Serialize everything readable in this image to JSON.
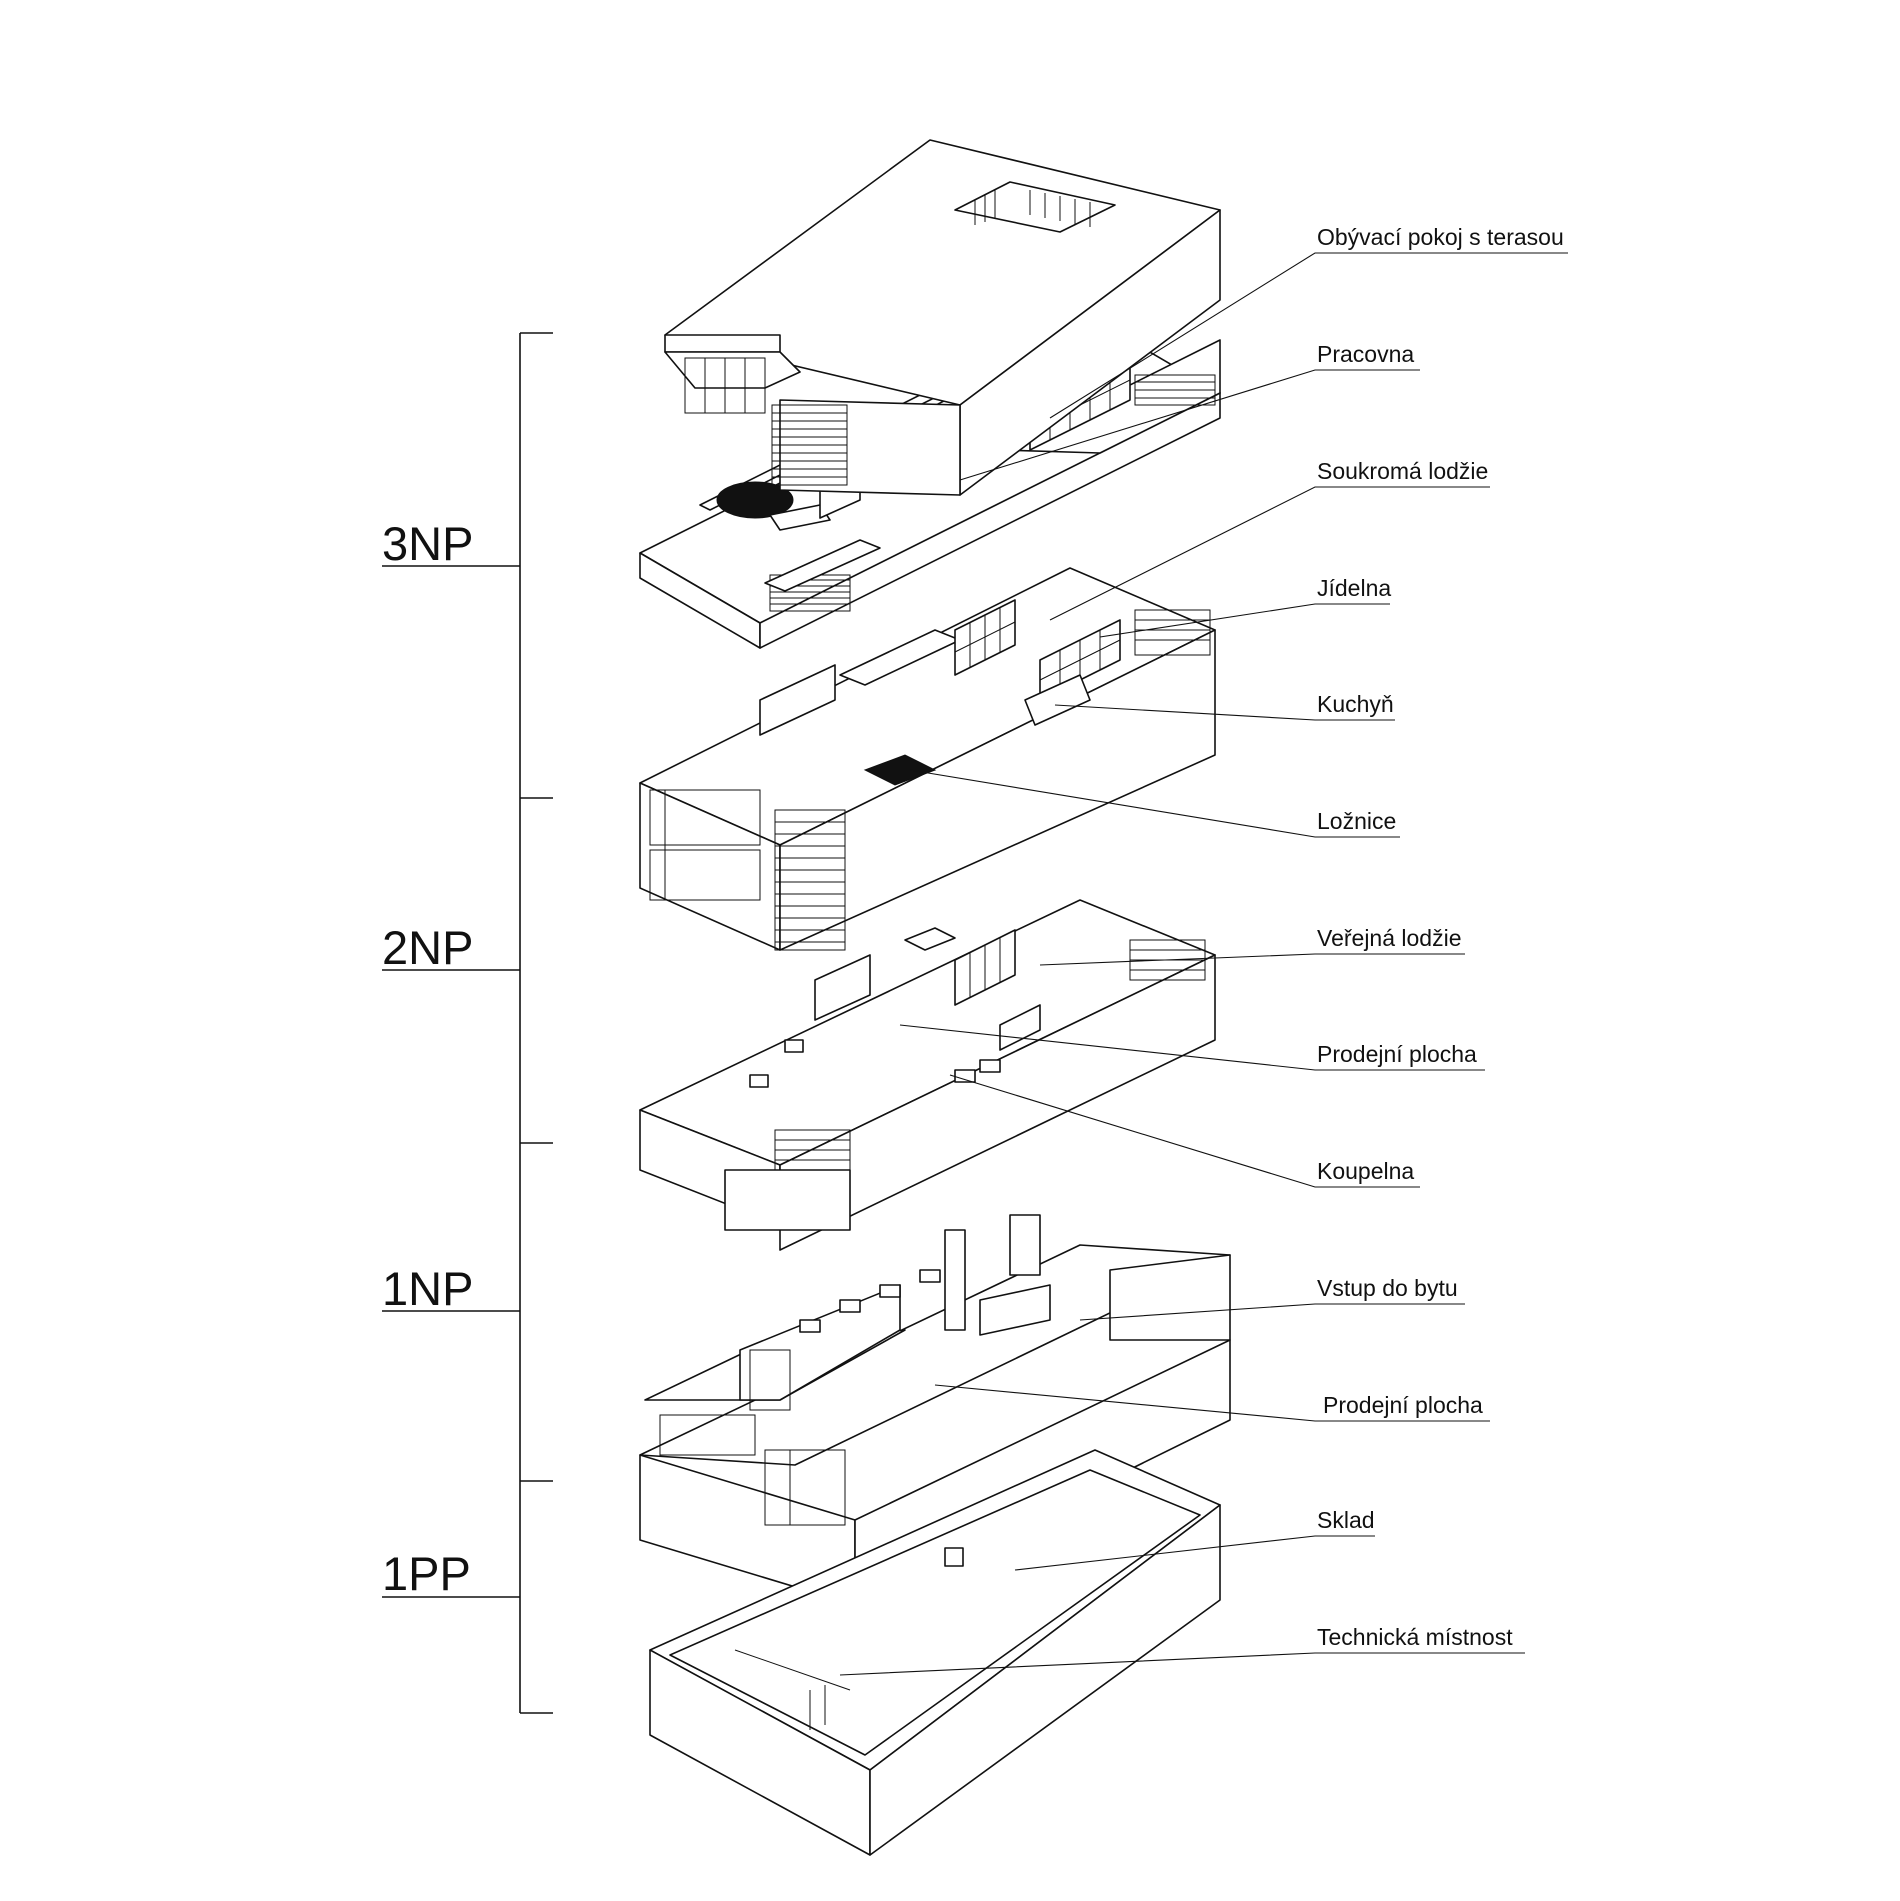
{
  "floors": [
    {
      "id": "3np",
      "label": "3NP"
    },
    {
      "id": "2np",
      "label": "2NP"
    },
    {
      "id": "1np",
      "label": "1NP"
    },
    {
      "id": "1pp",
      "label": "1PP"
    }
  ],
  "rooms": [
    {
      "id": "obyvaci-pokoj",
      "label": "Obývací pokoj s terasou"
    },
    {
      "id": "pracovna",
      "label": "Pracovna"
    },
    {
      "id": "soukroma-lodzie",
      "label": "Soukromá lodžie"
    },
    {
      "id": "jidelna",
      "label": "Jídelna"
    },
    {
      "id": "kuchyn",
      "label": "Kuchyň"
    },
    {
      "id": "loznice",
      "label": "Ložnice"
    },
    {
      "id": "verejna-lodzie",
      "label": "Veřejná lodžie"
    },
    {
      "id": "prodejni-plocha-2",
      "label": "Prodejní plocha"
    },
    {
      "id": "koupelna",
      "label": "Koupelna"
    },
    {
      "id": "vstup-do-bytu",
      "label": "Vstup do bytu"
    },
    {
      "id": "prodejni-plocha-1",
      "label": "Prodejní plocha"
    },
    {
      "id": "sklad",
      "label": "Sklad"
    },
    {
      "id": "technicka-mistnost",
      "label": "Technická místnost"
    }
  ]
}
